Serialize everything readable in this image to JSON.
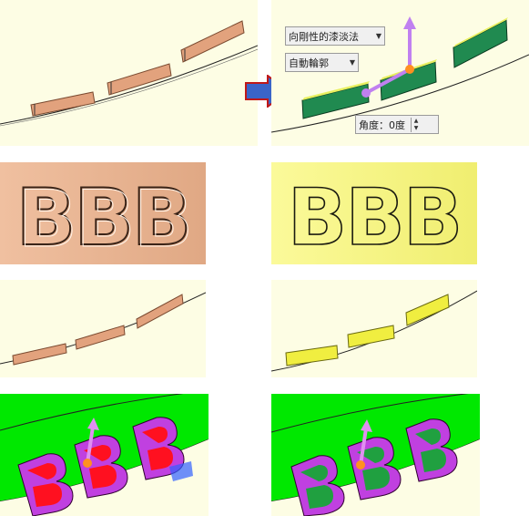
{
  "colors": {
    "cream_bg": "#fdfde4",
    "copper": "#e2a27d",
    "copper_dark": "#9a5a3a",
    "yellow": "#f7f57c",
    "yellow_dark": "#e0e050",
    "green_bg": "#00e800",
    "magenta": "#c040e0",
    "red": "#ff1020",
    "dark_green": "#208040",
    "arrow_blue": "#3a64c8",
    "arrow_red": "#d02020",
    "gizmo_violet": "#c080f0",
    "gizmo_orange": "#ff9020"
  },
  "toolbar": {
    "mode_dropdown": "向剛性的漆淡法",
    "auto_dropdown": "自動輪郭",
    "angle_label": "角度：0度"
  },
  "panels": {
    "top_left": "copper-segments-view",
    "top_right": "green-segments-with-gizmo",
    "mid_left_text": "BBB",
    "mid_right_text": "BBB",
    "lower_left": "copper-thin-segments",
    "lower_right": "yellow-thin-segments",
    "bottom_left": "3d-letters-red-magenta",
    "bottom_right": "3d-letters-magenta"
  },
  "icons": [
    "right-arrow-icon",
    "move-gizmo-icon",
    "spin-up-icon",
    "spin-down-icon"
  ]
}
